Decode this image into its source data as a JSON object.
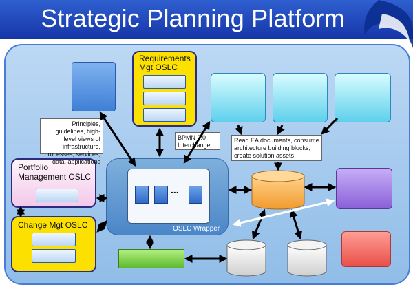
{
  "title": "Strategic Planning Platform",
  "boxes": {
    "requirements": "Requirements Mgt OSLC",
    "portfolio": "Portfolio Management OSLC",
    "change": "Change Mgt OSLC",
    "wrapper": "OSLC Wrapper",
    "ellipsis": "..."
  },
  "notes": {
    "principles": "Principles, guidelines, high-level views of infrastructure, processes, services, data, applications",
    "bpmn": "BPMN 2.0 Interchange",
    "read_ea": "Read EA documents, consume architecture building blocks, create solution assets"
  },
  "colors": {
    "title_bar": "#1f46b8",
    "canvas": "#a8ccf0",
    "yellow": "#fce000",
    "pink": "#f6d6ef",
    "cyan": "#7fe0f4",
    "purple": "#a888ea",
    "red": "#f06b64",
    "green": "#7fd34a",
    "db_orange": "#f4a640",
    "db_gray": "#e2e2e2"
  }
}
